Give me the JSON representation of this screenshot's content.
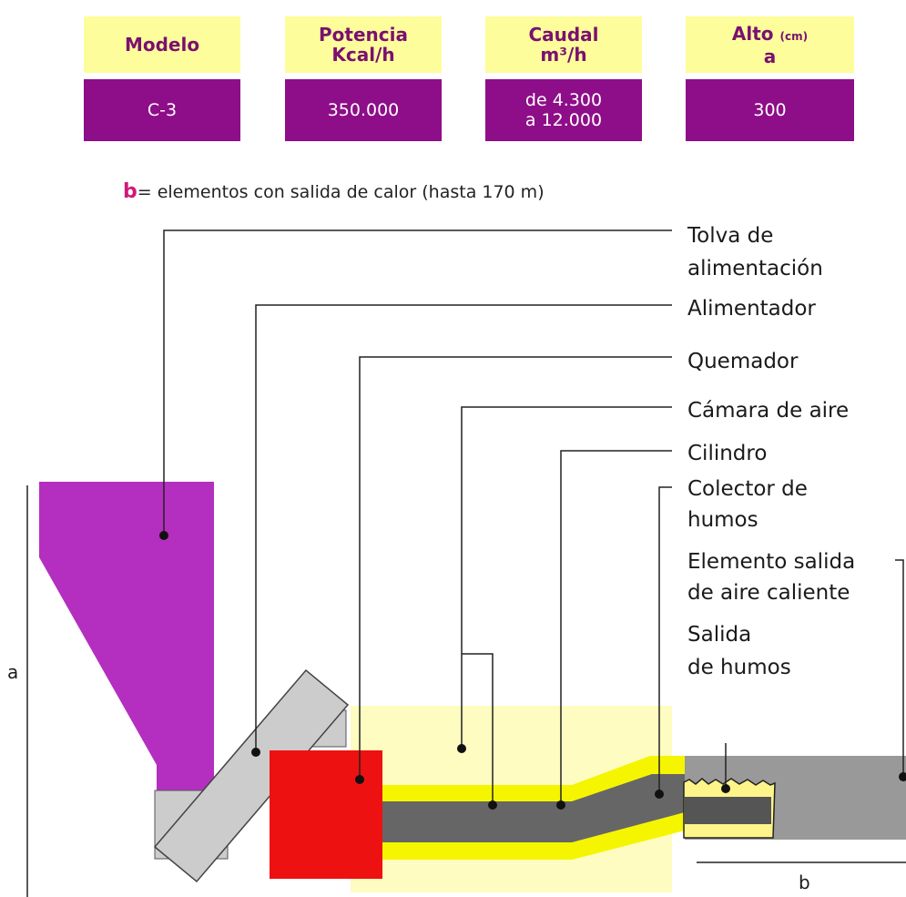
{
  "table": {
    "headers": [
      {
        "line1": "Modelo",
        "line2": ""
      },
      {
        "line1": "Potencia",
        "line2": "Kcal/h"
      },
      {
        "line1": "Caudal",
        "line2": "m³/h"
      },
      {
        "line1": "Alto",
        "unit": "(cm)",
        "line2": "a"
      }
    ],
    "values": [
      {
        "line1": "C-3",
        "line2": ""
      },
      {
        "line1": "350.000",
        "line2": ""
      },
      {
        "line1": "de 4.300",
        "line2": "a 12.000"
      },
      {
        "line1": "300",
        "line2": ""
      }
    ]
  },
  "note": {
    "letter": "b",
    "text": "= elementos con salida de calor (hasta 170 m)"
  },
  "labels": {
    "tolva_1": "Tolva de",
    "tolva_2": "alimentación",
    "alimentador": "Alimentador",
    "quemador": "Quemador",
    "camara": "Cámara de aire",
    "cilindro": "Cilindro",
    "colector_1": "Colector de",
    "colector_2": "humos",
    "elemento_1": "Elemento salida",
    "elemento_2": "de aire caliente",
    "salida_1": "Salida",
    "salida_2": "de humos",
    "dim_a": "a",
    "dim_b": "b"
  },
  "colors": {
    "hopper": "#b42fbf",
    "feeder": "#cccccc",
    "burner": "#ee1111",
    "air_chamber": "#fefcc0",
    "cylinder": "#f5f500",
    "flue": "#666666",
    "hot_air_duct": "#999999"
  }
}
